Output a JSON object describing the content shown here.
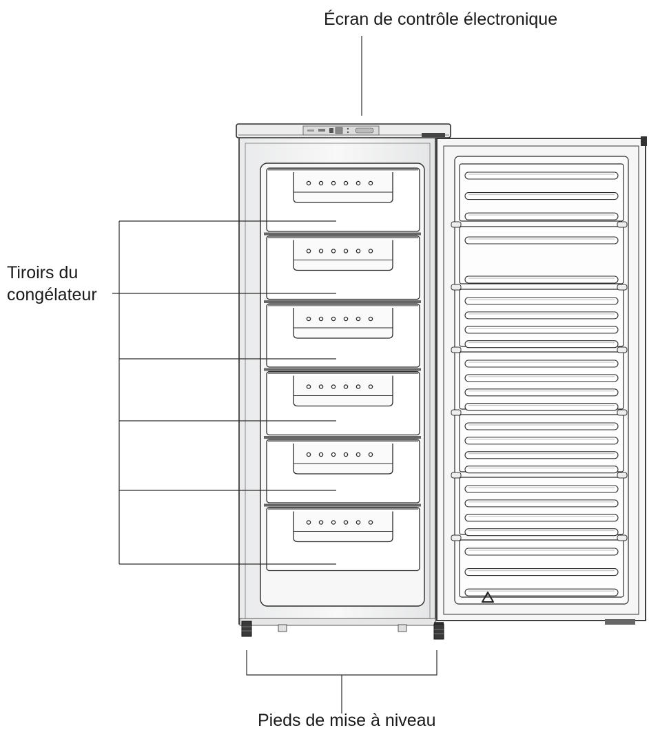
{
  "labels": {
    "control_screen": "Écran de contrôle électronique",
    "drawers_line1": "Tiroirs du",
    "drawers_line2": "congélateur",
    "leveling_feet": "Pieds de mise à niveau"
  },
  "drawer_count": 6,
  "door_shelf_count": 7,
  "door_shelf_bars": [
    3,
    2,
    4,
    4,
    4,
    4,
    3
  ],
  "colors": {
    "line": "#2b2b2b",
    "cabinet_fill": "#f4f5f6",
    "drawer_fill": "#ffffff",
    "feet": "#333333"
  },
  "icons": {
    "recycle": "recycle-triangle-icon"
  }
}
